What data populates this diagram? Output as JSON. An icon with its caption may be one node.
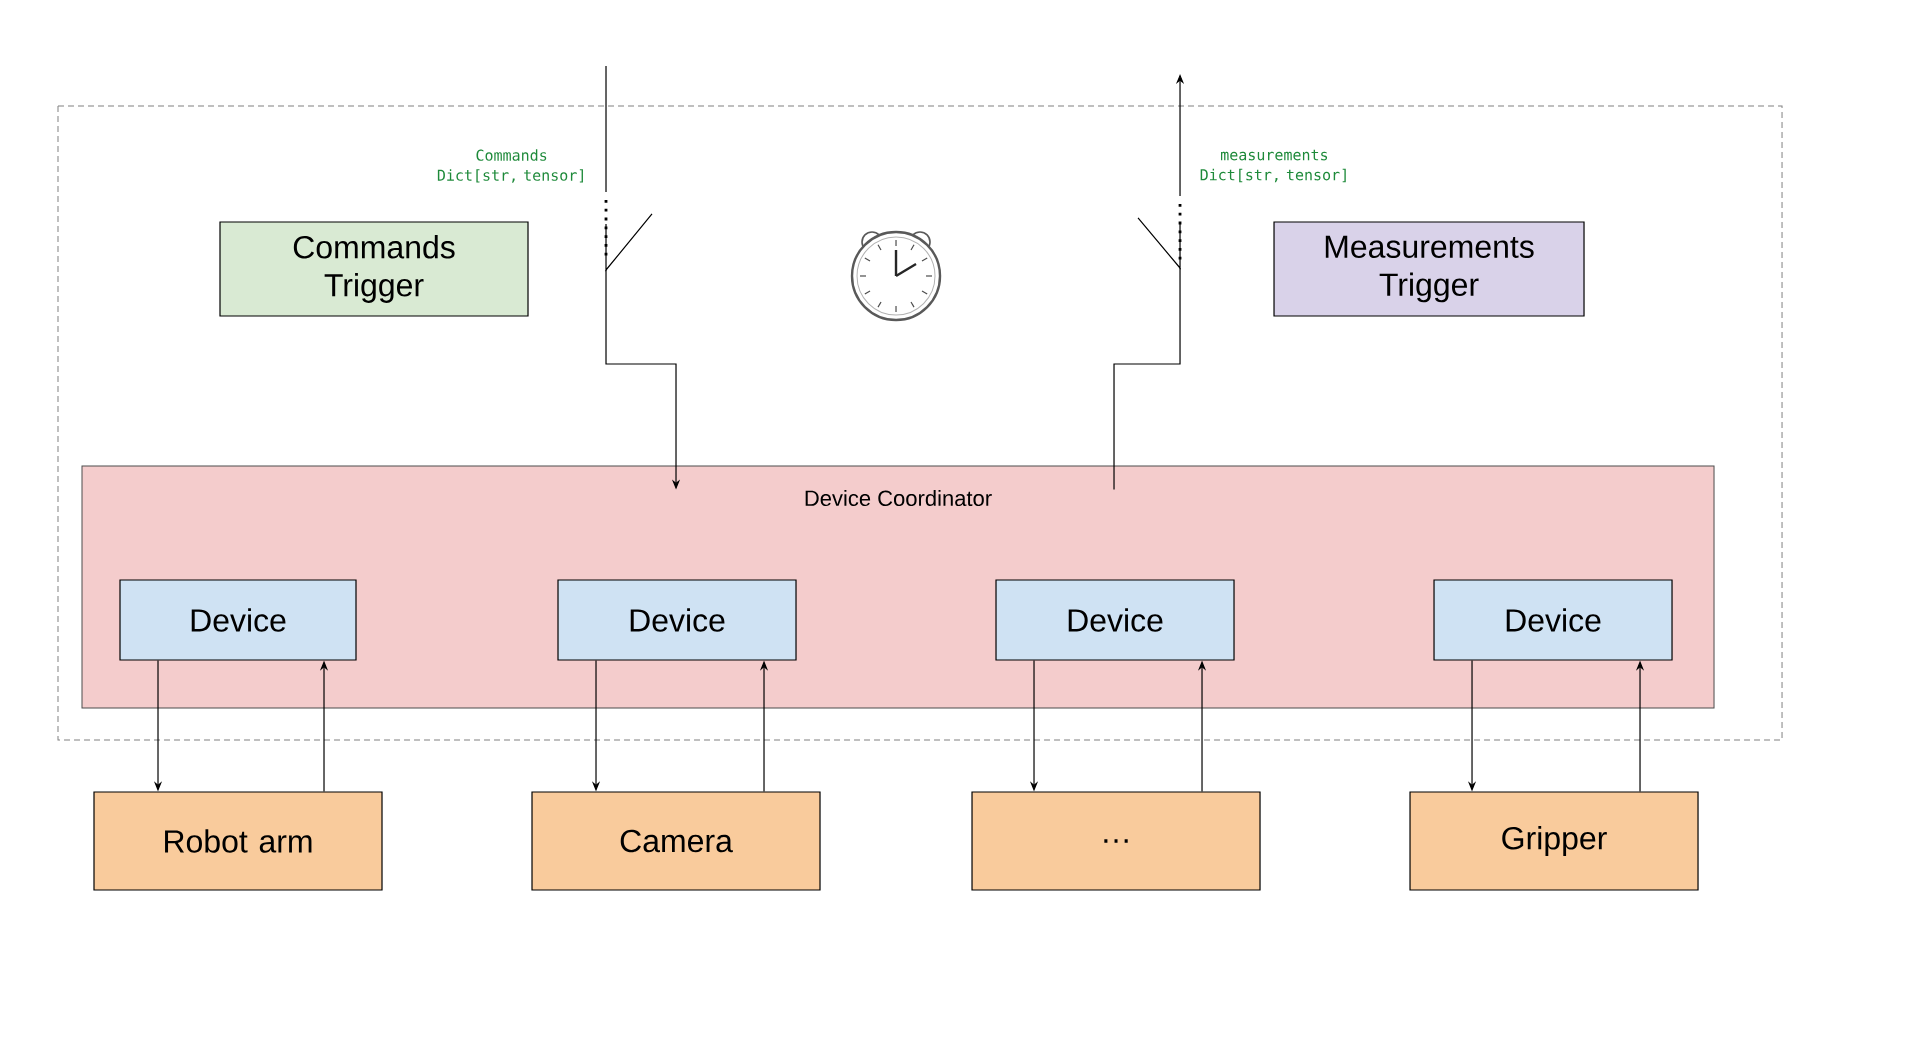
{
  "diagram": {
    "nodes": [
      {
        "text": [
          "Commands Trigger"
        ]
      },
      {
        "text": [
          "Measurements Trigger"
        ]
      },
      {
        "text": [
          "Device Coordinator"
        ]
      },
      {
        "text": [
          "Device"
        ],
        "in": 2
      },
      {
        "text": [
          "Device"
        ],
        "in": 2
      },
      {
        "text": [
          "Device"
        ],
        "in": 2
      },
      {
        "text": [
          "Device"
        ],
        "in": 2
      },
      {
        "text": [
          "Robot arm"
        ]
      },
      {
        "text": [
          "Camera"
        ]
      },
      {
        "text": [
          "…"
        ]
      },
      {
        "text": [
          "Gripper"
        ]
      }
    ],
    "edges": [
      {
        "from": null,
        "to": 2,
        "arrow": "to",
        "label": "Commands Dict[str, tensor]"
      },
      {
        "from": 2,
        "to": null,
        "arrow": "to",
        "label": "measurements Dict[str, tensor]"
      },
      {
        "from": 3,
        "to": 7,
        "arrow": "to"
      },
      {
        "from": 7,
        "to": 3,
        "arrow": "to"
      },
      {
        "from": 4,
        "to": 8,
        "arrow": "to"
      },
      {
        "from": 8,
        "to": 4,
        "arrow": "to"
      },
      {
        "from": 5,
        "to": 9,
        "arrow": "to"
      },
      {
        "from": 9,
        "to": 5,
        "arrow": "to"
      },
      {
        "from": 6,
        "to": 10,
        "arrow": "to"
      },
      {
        "from": 10,
        "to": 6,
        "arrow": "to"
      }
    ]
  }
}
